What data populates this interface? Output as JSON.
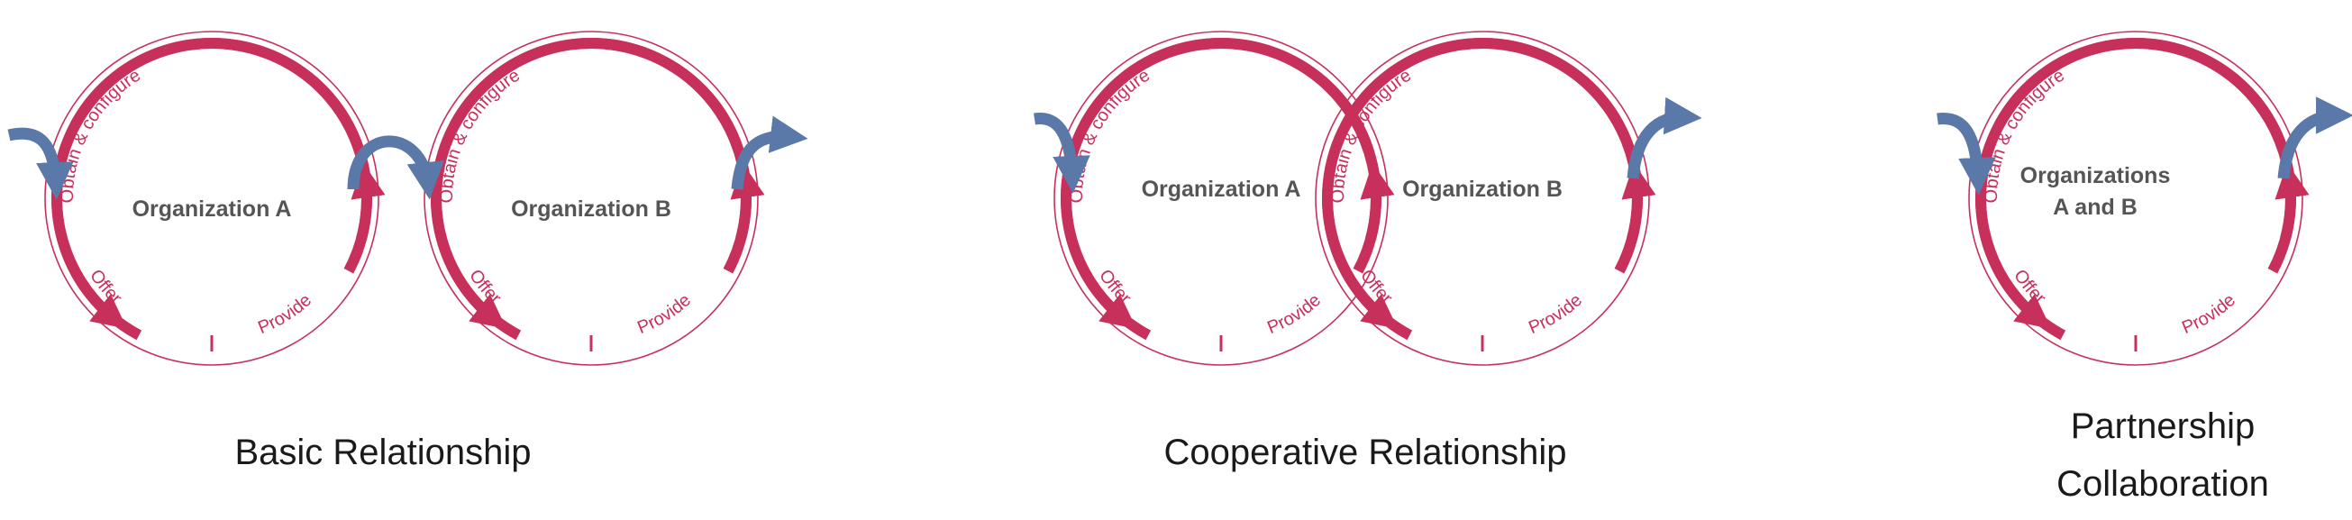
{
  "colors": {
    "cycle": "#c8305c",
    "cycle_thin": "#c8305c",
    "flow": "#5b79a8",
    "org_text": "#555555",
    "caption_text": "#1a1a1a"
  },
  "labels": {
    "obtain": "Obtain & configure",
    "offer": "Offer",
    "provide": "Provide"
  },
  "panels": [
    {
      "caption": [
        "Basic Relationship"
      ],
      "organizations": [
        {
          "name": [
            "Organization A"
          ]
        },
        {
          "name": [
            "Organization B"
          ]
        }
      ]
    },
    {
      "caption": [
        "Cooperative Relationship"
      ],
      "organizations": [
        {
          "name": [
            "Organization A"
          ]
        },
        {
          "name": [
            "Organization B"
          ]
        }
      ]
    },
    {
      "caption": [
        "Partnership",
        "Collaboration"
      ],
      "organizations": [
        {
          "name": [
            "Organizations",
            "A and B"
          ]
        }
      ]
    }
  ]
}
